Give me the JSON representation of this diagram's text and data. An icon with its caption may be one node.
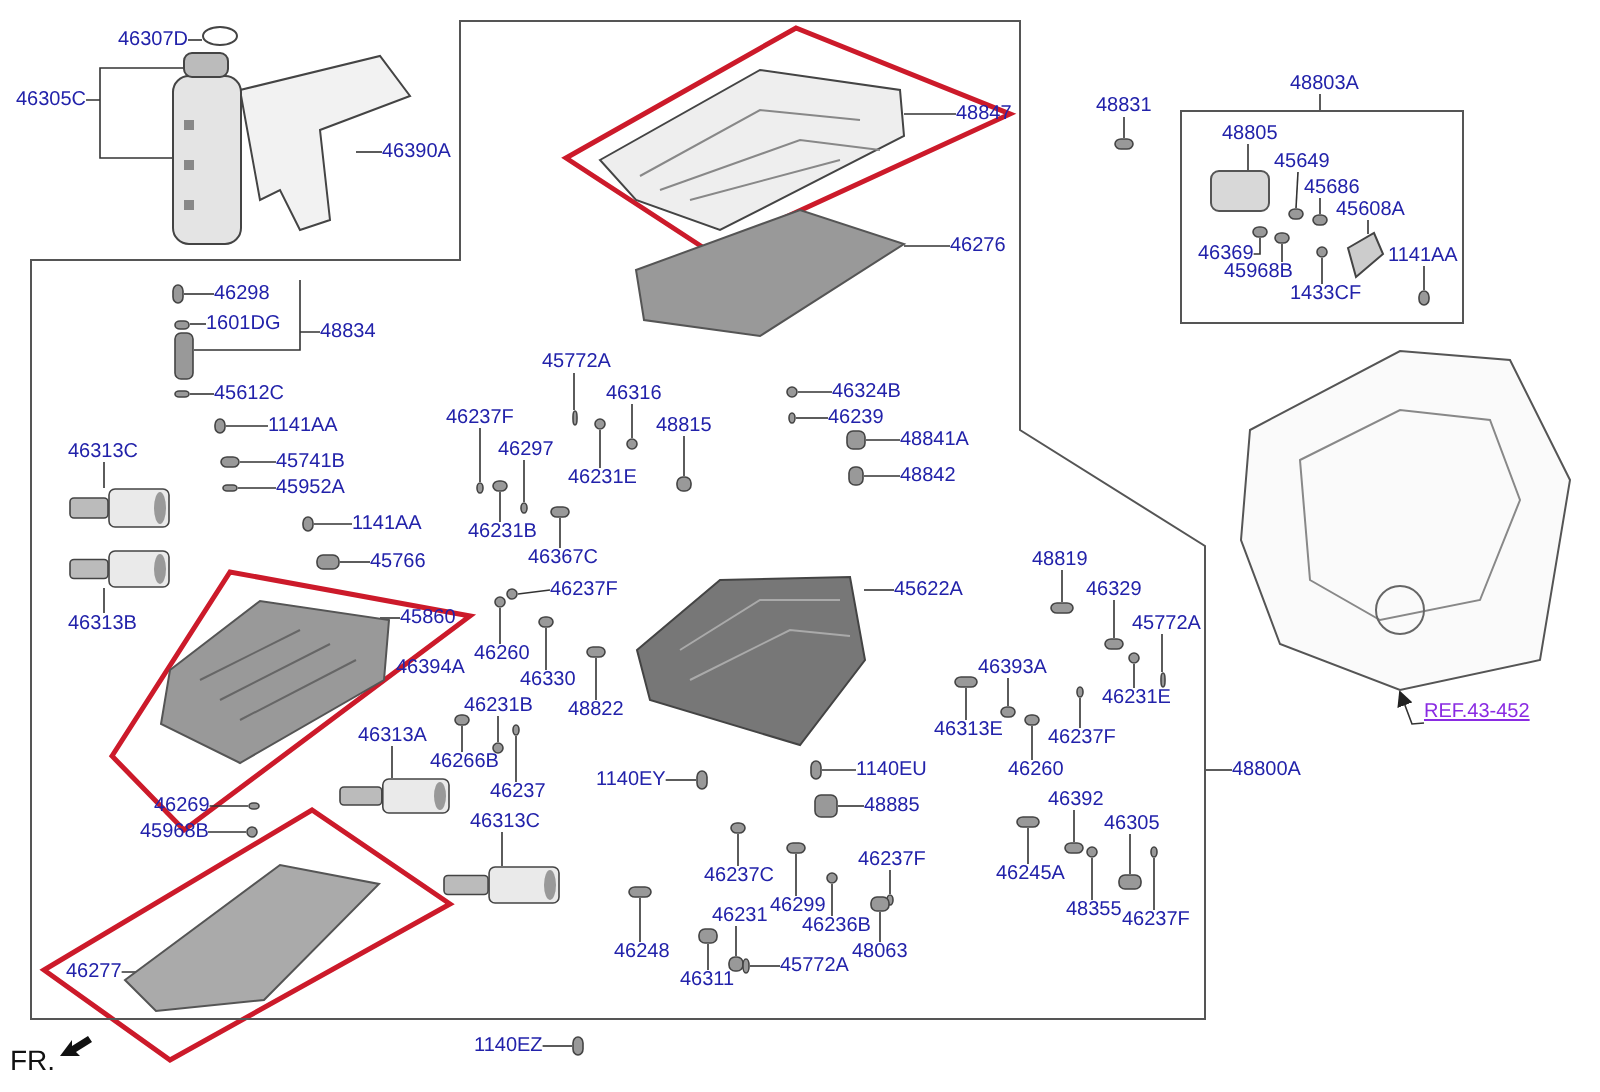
{
  "diagram": {
    "nodes": [
      {
        "text": [
          "46307D"
        ]
      },
      {
        "text": [
          "46305C"
        ]
      },
      {
        "text": [
          "46390A"
        ]
      },
      {
        "text": [],
        "shape": "circle"
      },
      {
        "text": [],
        "shape": "picture"
      },
      {
        "text": [],
        "shape": "box"
      },
      {
        "text": [
          "48847"
        ],
        "in": 5
      },
      {
        "text": [],
        "shape": "picture",
        "in": 5
      },
      {
        "text": [
          "46276"
        ],
        "in": 5
      },
      {
        "text": [],
        "shape": "picture",
        "in": 5
      },
      {
        "text": [
          "48831"
        ]
      },
      {
        "text": [
          "48803A"
        ]
      },
      {
        "text": [],
        "shape": "box"
      },
      {
        "text": [
          "48805"
        ],
        "in": 12
      },
      {
        "text": [
          "45649"
        ],
        "in": 12
      },
      {
        "text": [
          "45686"
        ],
        "in": 12
      },
      {
        "text": [
          "45608A"
        ],
        "in": 12
      },
      {
        "text": [
          "46369"
        ],
        "in": 12
      },
      {
        "text": [
          "1141AA"
        ],
        "in": 12
      },
      {
        "text": [
          "45968B"
        ],
        "in": 12
      },
      {
        "text": [
          "1433CF"
        ],
        "in": 12
      },
      {
        "text": [],
        "shape": "box",
        "in": 12
      },
      {
        "text": [],
        "shape": "picture",
        "in": 12
      },
      {
        "text": [],
        "shape": "picture"
      },
      {
        "text": [
          "REF.43-452"
        ]
      },
      {
        "text": [
          "48800A"
        ]
      },
      {
        "text": [
          "46298"
        ],
        "in": 5
      },
      {
        "text": [
          "1601DG"
        ],
        "in": 5
      },
      {
        "text": [
          "48834"
        ],
        "in": 5
      },
      {
        "text": [
          "45612C"
        ],
        "in": 5
      },
      {
        "text": [
          "1141AA"
        ],
        "in": 5
      },
      {
        "text": [
          "45741B"
        ],
        "in": 5
      },
      {
        "text": [
          "45952A"
        ],
        "in": 5
      },
      {
        "text": [
          "46313C"
        ],
        "in": 5
      },
      {
        "text": [],
        "shape": "cylinder",
        "in": 5
      },
      {
        "text": [
          "1141AA"
        ],
        "in": 5
      },
      {
        "text": [
          "45766"
        ],
        "in": 5
      },
      {
        "text": [
          "46313B"
        ],
        "in": 5
      },
      {
        "text": [],
        "shape": "cylinder",
        "in": 5
      },
      {
        "text": [
          "45860"
        ],
        "in": 5
      },
      {
        "text": [],
        "shape": "picture",
        "in": 5
      },
      {
        "text": [
          "46394A"
        ],
        "in": 5
      },
      {
        "text": [
          "46313A"
        ],
        "in": 5
      },
      {
        "text": [],
        "shape": "cylinder",
        "in": 5
      },
      {
        "text": [
          "46231B"
        ],
        "in": 5
      },
      {
        "text": [
          "46266B"
        ],
        "in": 5
      },
      {
        "text": [
          "46237"
        ],
        "in": 5
      },
      {
        "text": [
          "46313C"
        ],
        "in": 5
      },
      {
        "text": [],
        "shape": "cylinder",
        "in": 5
      },
      {
        "text": [
          "46269"
        ],
        "in": 5
      },
      {
        "text": [
          "45968B"
        ],
        "in": 5
      },
      {
        "text": [
          "46277"
        ],
        "in": 5
      },
      {
        "text": [],
        "shape": "picture",
        "in": 5
      },
      {
        "text": [
          "45772A"
        ],
        "in": 5
      },
      {
        "text": [
          "46237F"
        ],
        "in": 5
      },
      {
        "text": [
          "46316"
        ],
        "in": 5
      },
      {
        "text": [
          "48815"
        ],
        "in": 5
      },
      {
        "text": [
          "46297"
        ],
        "in": 5
      },
      {
        "text": [
          "46231E"
        ],
        "in": 5
      },
      {
        "text": [
          "46231B"
        ],
        "in": 5
      },
      {
        "text": [
          "46367C"
        ],
        "in": 5
      },
      {
        "text": [
          "46237F"
        ],
        "in": 5
      },
      {
        "text": [
          "46260"
        ],
        "in": 5
      },
      {
        "text": [
          "46330"
        ],
        "in": 5
      },
      {
        "text": [
          "48822"
        ],
        "in": 5
      },
      {
        "text": [
          "46324B"
        ],
        "in": 5
      },
      {
        "text": [
          "46239"
        ],
        "in": 5
      },
      {
        "text": [
          "48841A"
        ],
        "in": 5
      },
      {
        "text": [
          "48842"
        ],
        "in": 5
      },
      {
        "text": [
          "45622A"
        ],
        "in": 5
      },
      {
        "text": [],
        "shape": "picture",
        "in": 5
      },
      {
        "text": [
          "1140EY"
        ],
        "in": 5
      },
      {
        "text": [
          "1140EU"
        ],
        "in": 5
      },
      {
        "text": [
          "48885"
        ],
        "in": 5
      },
      {
        "text": [
          "46237C"
        ],
        "in": 5
      },
      {
        "text": [
          "46299"
        ],
        "in": 5
      },
      {
        "text": [
          "46237F"
        ],
        "in": 5
      },
      {
        "text": [
          "46236B"
        ],
        "in": 5
      },
      {
        "text": [
          "46231"
        ],
        "in": 5
      },
      {
        "text": [
          "48063"
        ],
        "in": 5
      },
      {
        "text": [
          "46248"
        ],
        "in": 5
      },
      {
        "text": [
          "46311"
        ],
        "in": 5
      },
      {
        "text": [
          "45772A"
        ],
        "in": 5
      },
      {
        "text": [
          "48819"
        ],
        "in": 5
      },
      {
        "text": [
          "46329"
        ],
        "in": 5
      },
      {
        "text": [
          "45772A"
        ],
        "in": 5
      },
      {
        "text": [
          "46393A"
        ],
        "in": 5
      },
      {
        "text": [
          "46231E"
        ],
        "in": 5
      },
      {
        "text": [
          "46313E"
        ],
        "in": 5
      },
      {
        "text": [
          "46237F"
        ],
        "in": 5
      },
      {
        "text": [
          "46260"
        ],
        "in": 5
      },
      {
        "text": [
          "46392"
        ],
        "in": 5
      },
      {
        "text": [
          "46305"
        ],
        "in": 5
      },
      {
        "text": [
          "46245A"
        ],
        "in": 5
      },
      {
        "text": [
          "48355"
        ],
        "in": 5
      },
      {
        "text": [
          "46237F"
        ],
        "in": 5
      },
      {
        "text": [
          "1140EZ"
        ]
      },
      {
        "text": [],
        "shape": "cylinder"
      },
      {
        "text": [],
        "shape": "cylinder",
        "in": 12
      },
      {
        "text": [],
        "shape": "cylinder",
        "in": 12
      },
      {
        "text": [],
        "shape": "cylinder",
        "in": 12
      },
      {
        "text": [],
        "shape": "cylinder",
        "in": 12
      },
      {
        "text": [],
        "shape": "cylinder",
        "in": 12
      },
      {
        "text": [],
        "shape": "cylinder",
        "in": 12
      },
      {
        "text": [],
        "shape": "cylinder",
        "in": 5
      },
      {
        "text": [],
        "shape": "cylinder",
        "in": 5
      },
      {
        "text": [],
        "shape": "cylinder",
        "in": 5
      },
      {
        "text": [],
        "shape": "cylinder",
        "in": 5
      },
      {
        "text": [],
        "shape": "cylinder",
        "in": 5
      },
      {
        "text": [],
        "shape": "cylinder",
        "in": 5
      },
      {
        "text": [],
        "shape": "cylinder",
        "in": 5
      },
      {
        "text": [],
        "shape": "cylinder",
        "in": 5
      },
      {
        "text": [],
        "shape": "cylinder",
        "in": 5
      },
      {
        "text": [],
        "shape": "cylinder",
        "in": 5
      },
      {
        "text": [],
        "shape": "cylinder",
        "in": 5
      },
      {
        "text": [],
        "shape": "cylinder",
        "in": 5
      },
      {
        "text": [],
        "shape": "cylinder",
        "in": 5
      },
      {
        "text": [],
        "shape": "cylinder",
        "in": 5
      },
      {
        "text": [],
        "shape": "cylinder",
        "in": 5
      },
      {
        "text": [],
        "shape": "cylinder",
        "in": 5
      },
      {
        "text": [],
        "shape": "cylinder",
        "in": 5
      },
      {
        "text": [],
        "shape": "cylinder",
        "in": 5
      },
      {
        "text": [],
        "shape": "cylinder",
        "in": 5
      },
      {
        "text": [],
        "shape": "cylinder",
        "in": 5
      },
      {
        "text": [],
        "shape": "cylinder",
        "in": 5
      },
      {
        "text": [],
        "shape": "cylinder",
        "in": 5
      },
      {
        "text": [],
        "shape": "cylinder",
        "in": 5
      },
      {
        "text": [],
        "shape": "cylinder",
        "in": 5
      },
      {
        "text": [],
        "shape": "cylinder",
        "in": 5
      },
      {
        "text": [],
        "shape": "cylinder",
        "in": 5
      },
      {
        "text": [],
        "shape": "cylinder",
        "in": 5
      },
      {
        "text": [],
        "shape": "cylinder",
        "in": 5
      },
      {
        "text": [],
        "shape": "cylinder",
        "in": 5
      },
      {
        "text": [],
        "shape": "cylinder",
        "in": 5
      },
      {
        "text": [],
        "shape": "cylinder",
        "in": 5
      },
      {
        "text": [],
        "shape": "cylinder",
        "in": 5
      },
      {
        "text": [],
        "shape": "cylinder",
        "in": 5
      },
      {
        "text": [],
        "shape": "cylinder",
        "in": 5
      },
      {
        "text": [],
        "shape": "cylinder",
        "in": 5
      },
      {
        "text": [],
        "shape": "cylinder",
        "in": 5
      },
      {
        "text": [],
        "shape": "cylinder",
        "in": 5
      },
      {
        "text": [],
        "shape": "cylinder",
        "in": 5
      },
      {
        "text": [],
        "shape": "cylinder",
        "in": 5
      },
      {
        "text": [],
        "shape": "cylinder",
        "in": 5
      },
      {
        "text": [],
        "shape": "cylinder",
        "in": 5
      },
      {
        "text": [],
        "shape": "cylinder",
        "in": 5
      },
      {
        "text": [],
        "shape": "cylinder",
        "in": 5
      },
      {
        "text": [],
        "shape": "cylinder",
        "in": 5
      },
      {
        "text": [],
        "shape": "cylinder",
        "in": 5
      },
      {
        "text": [],
        "shape": "cylinder",
        "in": 5
      },
      {
        "text": [],
        "shape": "cylinder",
        "in": 5
      },
      {
        "text": [],
        "shape": "cylinder",
        "in": 5
      },
      {
        "text": [],
        "shape": "cylinder",
        "in": 5
      },
      {
        "text": [],
        "shape": "cylinder",
        "in": 5
      },
      {
        "text": [],
        "shape": "cylinder",
        "in": 5
      },
      {
        "text": [],
        "shape": "cylinder",
        "in": 5
      },
      {
        "text": [],
        "shape": "cylinder",
        "in": 5
      },
      {
        "text": [],
        "shape": "cylinder",
        "in": 5
      },
      {
        "text": [],
        "shape": "cylinder",
        "in": 5
      },
      {
        "text": [],
        "shape": "cylinder"
      }
    ],
    "edges": [
      {
        "from": 0,
        "to": 3,
        "arrow": "none"
      },
      {
        "from": 1,
        "to": 4,
        "arrow": "none"
      },
      {
        "from": 2,
        "to": 4,
        "arrow": "none"
      },
      {
        "from": 6,
        "to": 7,
        "arrow": "none"
      },
      {
        "from": 8,
        "to": 9,
        "arrow": "none"
      },
      {
        "from": 10,
        "to": 97,
        "arrow": "none"
      },
      {
        "from": 11,
        "to": 12,
        "arrow": "none"
      },
      {
        "from": 13,
        "to": 21,
        "arrow": "none"
      },
      {
        "from": 14,
        "to": 98,
        "arrow": "none"
      },
      {
        "from": 15,
        "to": 99,
        "arrow": "none"
      },
      {
        "from": 16,
        "to": 22,
        "arrow": "none"
      },
      {
        "from": 17,
        "to": 100,
        "arrow": "none"
      },
      {
        "from": 18,
        "to": 101,
        "arrow": "none"
      },
      {
        "from": 19,
        "to": 102,
        "arrow": "none"
      },
      {
        "from": 20,
        "to": 103,
        "arrow": "none"
      },
      {
        "from": 24,
        "to": 23,
        "arrow": "to"
      },
      {
        "from": 25,
        "to": 5,
        "arrow": "none"
      },
      {
        "from": 26,
        "to": 104,
        "arrow": "none"
      },
      {
        "from": 27,
        "to": 105,
        "arrow": "none"
      },
      {
        "from": 28,
        "to": 106,
        "arrow": "none"
      },
      {
        "from": 29,
        "to": 107,
        "arrow": "none"
      },
      {
        "from": 30,
        "to": 108,
        "arrow": "none"
      },
      {
        "from": 31,
        "to": 109,
        "arrow": "none"
      },
      {
        "from": 32,
        "to": 110,
        "arrow": "none"
      },
      {
        "from": 33,
        "to": 34,
        "arrow": "none"
      },
      {
        "from": 35,
        "to": 111,
        "arrow": "none"
      },
      {
        "from": 36,
        "to": 112,
        "arrow": "none"
      },
      {
        "from": 37,
        "to": 38,
        "arrow": "none"
      },
      {
        "from": 39,
        "to": 40,
        "arrow": "none"
      },
      {
        "from": 42,
        "to": 43,
        "arrow": "none"
      },
      {
        "from": 44,
        "to": 113,
        "arrow": "none"
      },
      {
        "from": 45,
        "to": 114,
        "arrow": "none"
      },
      {
        "from": 46,
        "to": 115,
        "arrow": "none"
      },
      {
        "from": 47,
        "to": 48,
        "arrow": "none"
      },
      {
        "from": 49,
        "to": 116,
        "arrow": "none"
      },
      {
        "from": 50,
        "to": 117,
        "arrow": "none"
      },
      {
        "from": 51,
        "to": 52,
        "arrow": "none"
      },
      {
        "from": 53,
        "to": 118,
        "arrow": "none"
      },
      {
        "from": 54,
        "to": 119,
        "arrow": "none"
      },
      {
        "from": 55,
        "to": 120,
        "arrow": "none"
      },
      {
        "from": 56,
        "to": 121,
        "arrow": "none"
      },
      {
        "from": 57,
        "to": 122,
        "arrow": "none"
      },
      {
        "from": 58,
        "to": 123,
        "arrow": "none"
      },
      {
        "from": 59,
        "to": 124,
        "arrow": "none"
      },
      {
        "from": 60,
        "to": 125,
        "arrow": "none"
      },
      {
        "from": 61,
        "to": 126,
        "arrow": "none"
      },
      {
        "from": 62,
        "to": 127,
        "arrow": "none"
      },
      {
        "from": 63,
        "to": 128,
        "arrow": "none"
      },
      {
        "from": 64,
        "to": 129,
        "arrow": "none"
      },
      {
        "from": 65,
        "to": 130,
        "arrow": "none"
      },
      {
        "from": 66,
        "to": 131,
        "arrow": "none"
      },
      {
        "from": 67,
        "to": 132,
        "arrow": "none"
      },
      {
        "from": 68,
        "to": 133,
        "arrow": "none"
      },
      {
        "from": 69,
        "to": 70,
        "arrow": "none"
      },
      {
        "from": 71,
        "to": 134,
        "arrow": "none"
      },
      {
        "from": 72,
        "to": 135,
        "arrow": "none"
      },
      {
        "from": 73,
        "to": 136,
        "arrow": "none"
      },
      {
        "from": 74,
        "to": 137,
        "arrow": "none"
      },
      {
        "from": 75,
        "to": 138,
        "arrow": "none"
      },
      {
        "from": 76,
        "to": 139,
        "arrow": "none"
      },
      {
        "from": 77,
        "to": 140,
        "arrow": "none"
      },
      {
        "from": 78,
        "to": 141,
        "arrow": "none"
      },
      {
        "from": 79,
        "to": 142,
        "arrow": "none"
      },
      {
        "from": 80,
        "to": 143,
        "arrow": "none"
      },
      {
        "from": 81,
        "to": 144,
        "arrow": "none"
      },
      {
        "from": 82,
        "to": 145,
        "arrow": "none"
      },
      {
        "from": 83,
        "to": 146,
        "arrow": "none"
      },
      {
        "from": 84,
        "to": 147,
        "arrow": "none"
      },
      {
        "from": 85,
        "to": 148,
        "arrow": "none"
      },
      {
        "from": 86,
        "to": 149,
        "arrow": "none"
      },
      {
        "from": 87,
        "to": 150,
        "arrow": "none"
      },
      {
        "from": 88,
        "to": 151,
        "arrow": "none"
      },
      {
        "from": 89,
        "to": 152,
        "arrow": "none"
      },
      {
        "from": 90,
        "to": 153,
        "arrow": "none"
      },
      {
        "from": 91,
        "to": 154,
        "arrow": "none"
      },
      {
        "from": 92,
        "to": 155,
        "arrow": "none"
      },
      {
        "from": 93,
        "to": 156,
        "arrow": "none"
      },
      {
        "from": 94,
        "to": 157,
        "arrow": "none"
      },
      {
        "from": 95,
        "to": 158,
        "arrow": "none"
      },
      {
        "from": 96,
        "to": 159,
        "arrow": "none"
      }
    ],
    "labels": [
      "FR."
    ]
  }
}
